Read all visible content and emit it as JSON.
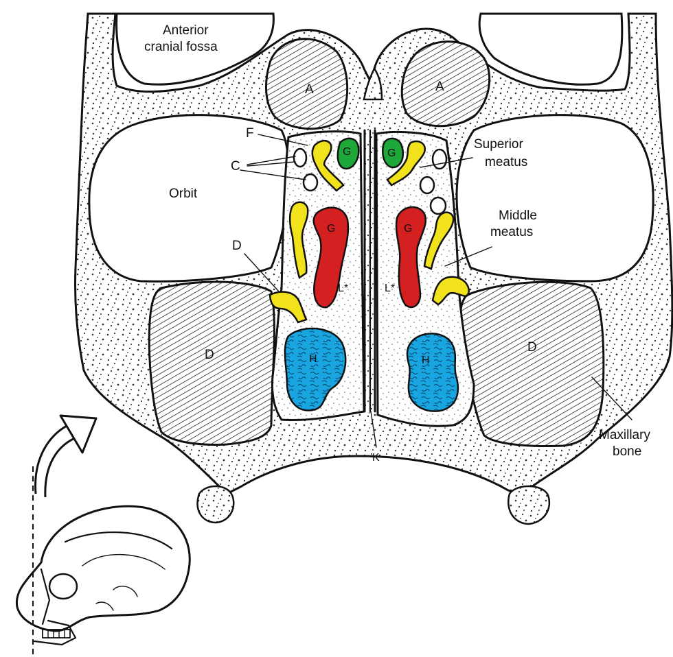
{
  "labels": {
    "anterior_cranial_fossa_line1": "Anterior",
    "anterior_cranial_fossa_line2": "cranial fossa",
    "orbit": "Orbit",
    "superior_meatus_line1": "Superior",
    "superior_meatus_line2": "meatus",
    "middle_meatus_line1": "Middle",
    "middle_meatus_line2": "meatus",
    "maxillary_bone_line1": "Maxillary",
    "maxillary_bone_line2": "bone",
    "letter_a": "A",
    "letter_c": "C",
    "letter_d": "D",
    "letter_f": "F",
    "letter_g": "G",
    "letter_h": "H",
    "letter_k": "K",
    "letter_l": "L*"
  },
  "colors": {
    "ink": "#111111",
    "paper": "#ffffff",
    "yellow_airway": "#f2e21c",
    "green_cell": "#1fa83a",
    "red_turbinate": "#d42020",
    "blue_turbinate": "#19a6e0",
    "stipple": "#333333"
  }
}
